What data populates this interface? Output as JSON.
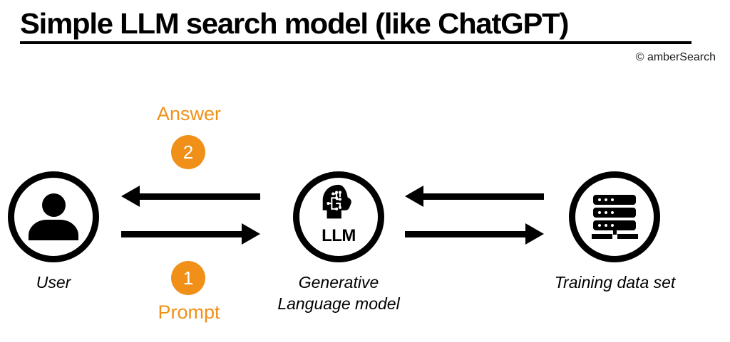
{
  "header": {
    "title": "Simple LLM search model (like ChatGPT)",
    "copyright": "© amberSearch"
  },
  "diagram": {
    "type": "flow",
    "nodes": [
      {
        "id": "user",
        "label": "User",
        "icon": "user-circle-icon"
      },
      {
        "id": "llm",
        "label": "Generative\nLanguage model",
        "icon": "brain-head-circle-icon",
        "inner_text": "LLM"
      },
      {
        "id": "training-data",
        "label": "Training data set",
        "icon": "server-stack-circle-icon"
      }
    ],
    "edges": [
      {
        "id": "answer",
        "from": "llm",
        "to": "user",
        "direction": "left"
      },
      {
        "id": "prompt",
        "from": "user",
        "to": "llm",
        "direction": "right"
      },
      {
        "id": "training-in",
        "from": "training-data",
        "to": "llm",
        "direction": "left"
      },
      {
        "id": "query-out",
        "from": "llm",
        "to": "training-data",
        "direction": "right"
      }
    ],
    "steps": [
      {
        "number": "1",
        "label": "Prompt"
      },
      {
        "number": "2",
        "label": "Answer"
      }
    ],
    "colors": {
      "accent": "#F09018",
      "stroke": "#000000",
      "background": "#FFFFFF"
    }
  }
}
